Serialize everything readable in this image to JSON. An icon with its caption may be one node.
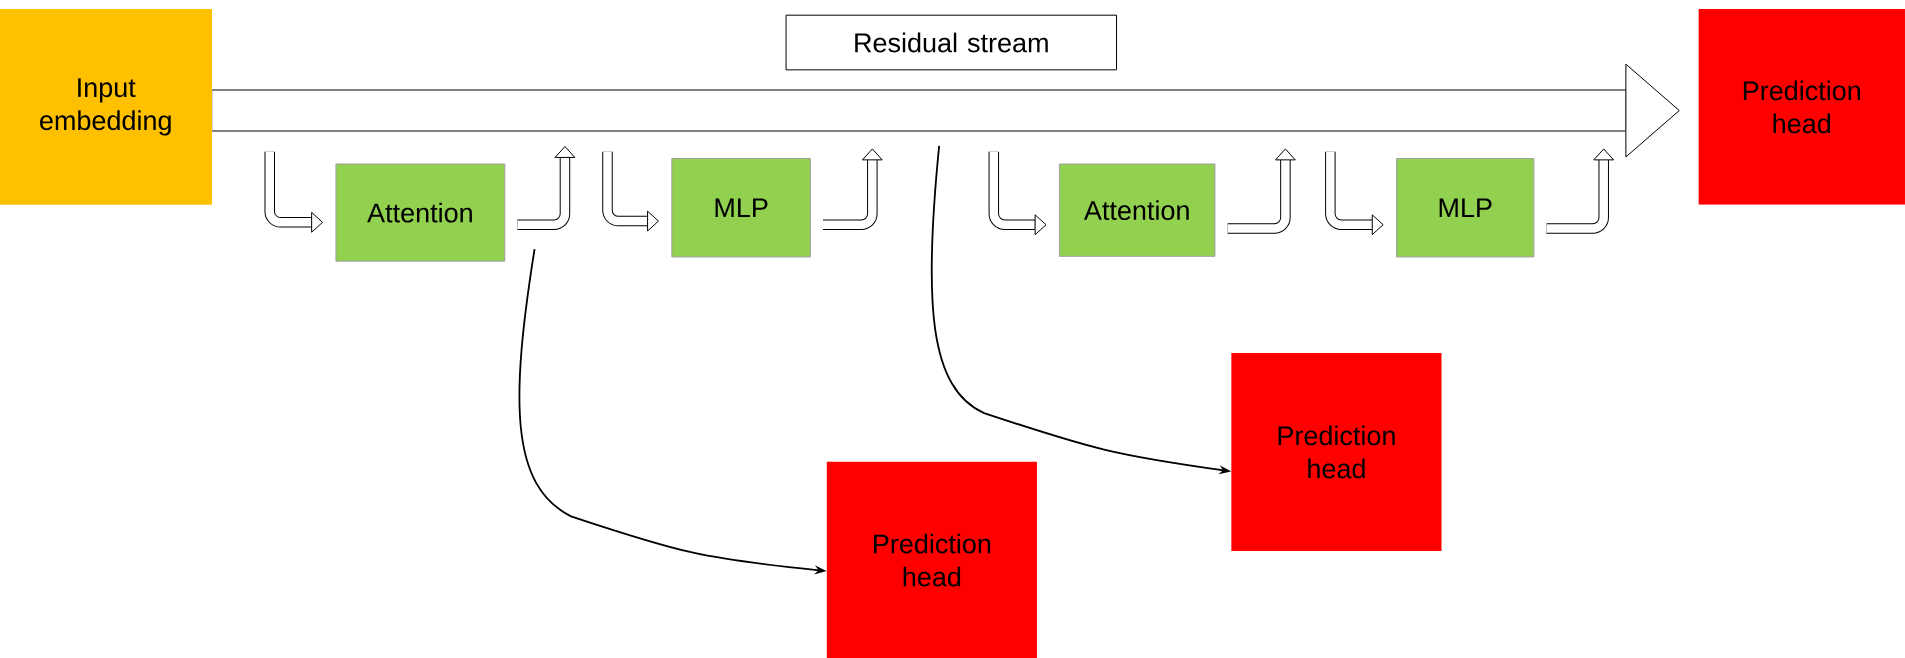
{
  "diagram": {
    "nodes": [
      {
        "text": [
          "Input embedding"
        ]
      },
      {
        "text": [
          "Residual stream"
        ]
      },
      {
        "text": [
          "Prediction head"
        ]
      },
      {
        "text": [
          "Attention"
        ]
      },
      {
        "text": [
          "MLP"
        ]
      },
      {
        "text": [
          "Attention"
        ]
      },
      {
        "text": [
          "MLP"
        ]
      },
      {
        "text": [
          "Prediction head"
        ]
      },
      {
        "text": [
          "Prediction head"
        ]
      }
    ],
    "edges": [
      {
        "from": 0,
        "to": 2,
        "arrow": "to",
        "style": "thick"
      },
      {
        "from": null,
        "to": 3,
        "arrow": "to"
      },
      {
        "from": 3,
        "to": null,
        "arrow": "to"
      },
      {
        "from": null,
        "to": 4,
        "arrow": "to"
      },
      {
        "from": 4,
        "to": null,
        "arrow": "to"
      },
      {
        "from": null,
        "to": 5,
        "arrow": "to"
      },
      {
        "from": 5,
        "to": null,
        "arrow": "to"
      },
      {
        "from": null,
        "to": 6,
        "arrow": "to"
      },
      {
        "from": 6,
        "to": null,
        "arrow": "to"
      },
      {
        "from": null,
        "to": 8,
        "arrow": "to"
      },
      {
        "from": null,
        "to": 7,
        "arrow": "to"
      }
    ]
  }
}
